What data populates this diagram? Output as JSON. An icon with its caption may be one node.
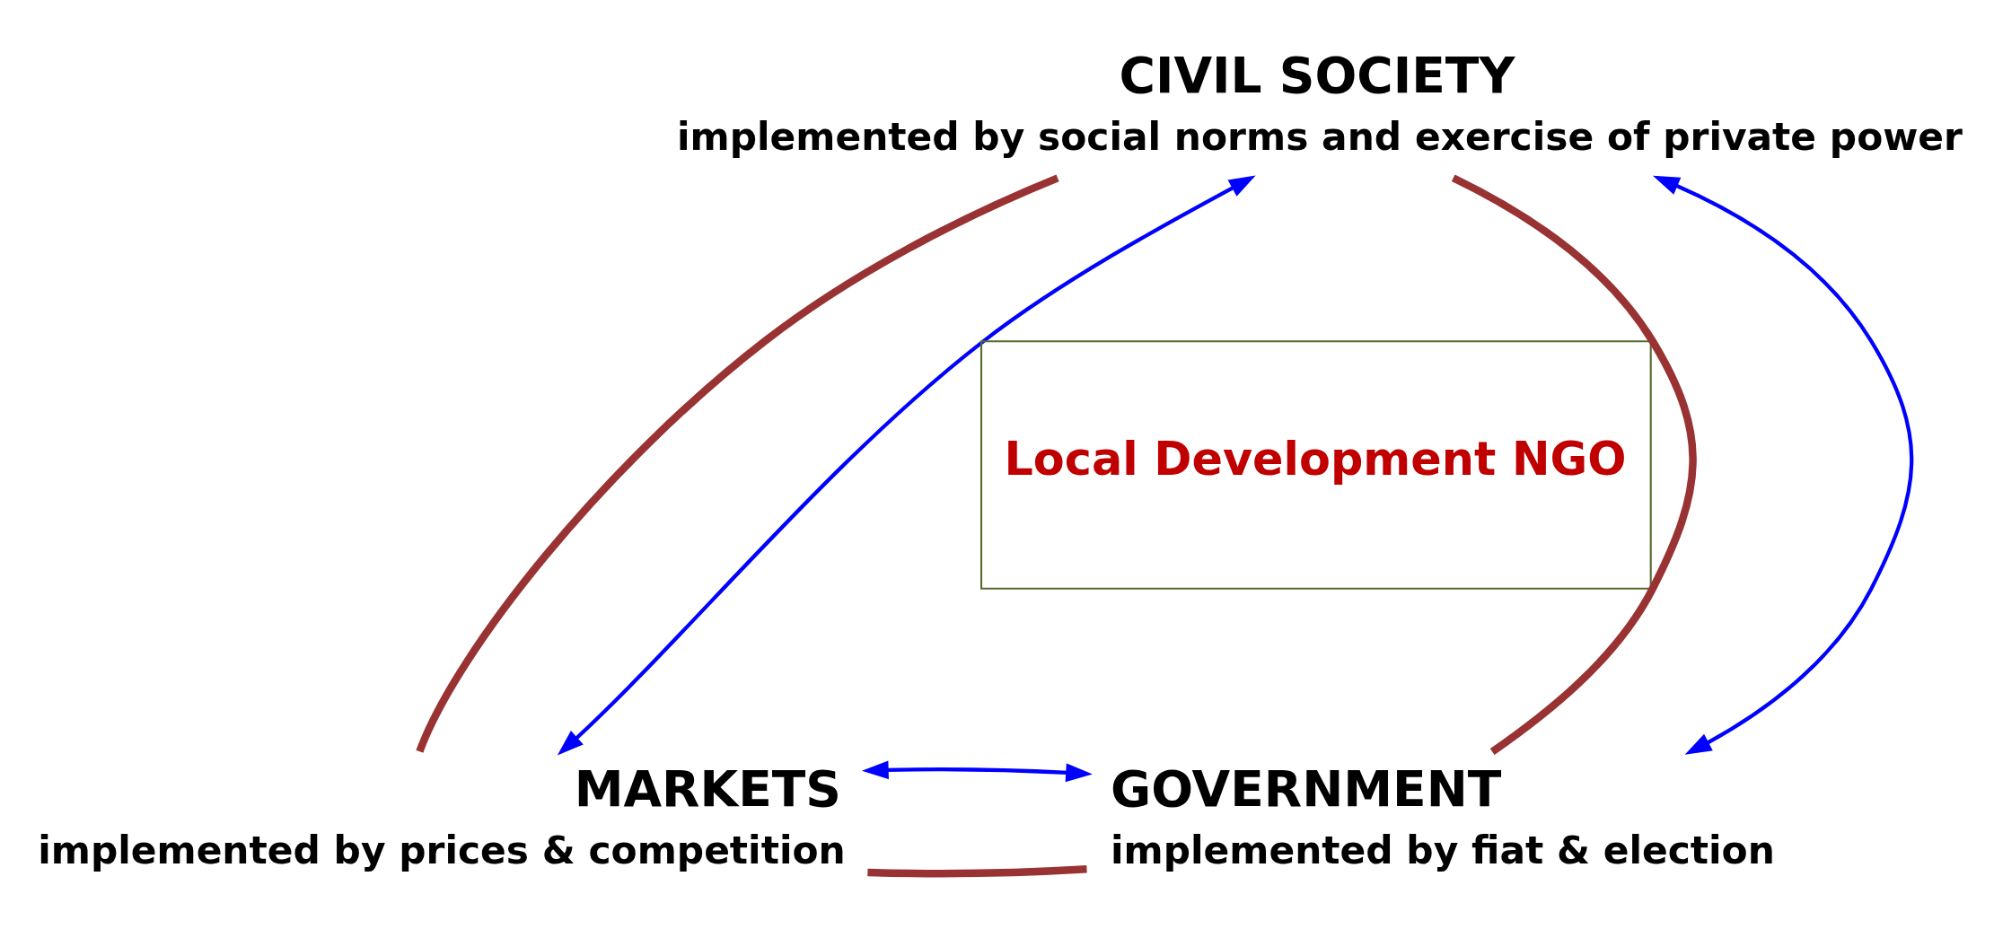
{
  "diagram": {
    "nodes": [
      {
        "text": [
          "CIVIL SOCIETY",
          "implemented by social norms and exercise of private power"
        ]
      },
      {
        "text": [
          "GOVERNMENT",
          "implemented by fiat & election"
        ]
      },
      {
        "text": [
          "MARKETS",
          "implemented by prices & competition"
        ]
      },
      {
        "text": [
          "Local Development NGO"
        ]
      }
    ],
    "edges": [
      {
        "from": 1,
        "to": 0,
        "arrow": "none",
        "style": "thick",
        "color": "#993333"
      },
      {
        "from": 0,
        "to": 2,
        "arrow": "none",
        "style": "thick",
        "color": "#993333"
      },
      {
        "from": 1,
        "to": 2,
        "arrow": "none",
        "style": "thick",
        "color": "#993333"
      },
      {
        "from": 1,
        "to": 0,
        "arrow": "both",
        "color": "#0000ff"
      },
      {
        "from": 0,
        "to": 2,
        "arrow": "both",
        "color": "#0000ff"
      },
      {
        "from": 1,
        "to": 2,
        "arrow": "both",
        "color": "#0000ff"
      }
    ]
  }
}
